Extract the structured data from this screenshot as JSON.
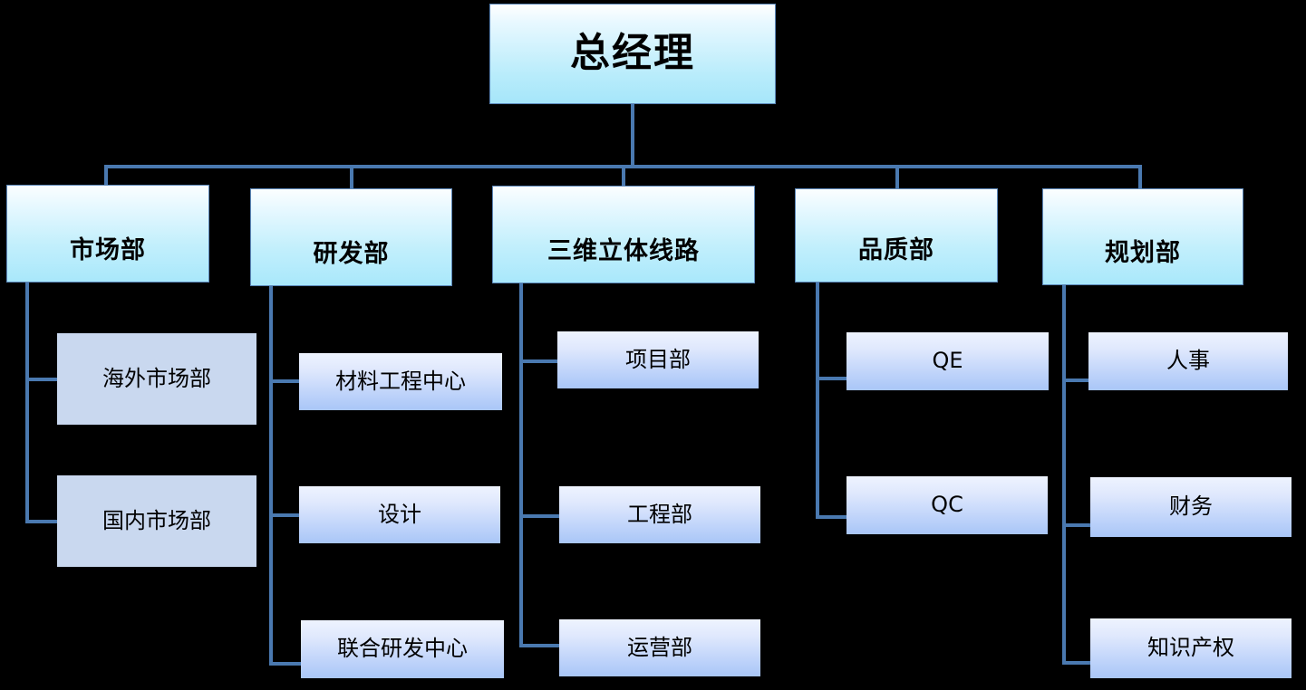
{
  "chart_data": {
    "type": "diagram",
    "diagram_kind": "organization-chart",
    "title": "总经理",
    "orientation": "top-down",
    "levels": 3,
    "colors": {
      "connector": "#4a79b0",
      "root_fill_top": "#ffffff",
      "root_fill_bottom": "#a6e6fa",
      "level2_fill_top": "#fbfeff",
      "level2_fill_bottom": "#a9e8fb",
      "level3_flat_fill": "#c9d8ef",
      "level3_gradient_top": "#eef3fe",
      "level3_gradient_bottom": "#a9c6f7",
      "border": "#5b86b8",
      "background": "#000000",
      "text": "#000000"
    },
    "nodes": [
      {
        "id": "root",
        "label": "总经理",
        "level": 1,
        "parent": null
      },
      {
        "id": "d1",
        "label": "市场部",
        "level": 2,
        "parent": "root"
      },
      {
        "id": "d2",
        "label": "研发部",
        "level": 2,
        "parent": "root"
      },
      {
        "id": "d3",
        "label": "三维立体线路",
        "level": 2,
        "parent": "root"
      },
      {
        "id": "d4",
        "label": "品质部",
        "level": 2,
        "parent": "root"
      },
      {
        "id": "d5",
        "label": "规划部",
        "level": 2,
        "parent": "root"
      },
      {
        "id": "d1c1",
        "label": "海外市场部",
        "level": 3,
        "parent": "d1"
      },
      {
        "id": "d1c2",
        "label": "国内市场部",
        "level": 3,
        "parent": "d1"
      },
      {
        "id": "d2c1",
        "label": "材料工程中心",
        "level": 3,
        "parent": "d2"
      },
      {
        "id": "d2c2",
        "label": "设计",
        "level": 3,
        "parent": "d2"
      },
      {
        "id": "d2c3",
        "label": "联合研发中心",
        "level": 3,
        "parent": "d2"
      },
      {
        "id": "d3c1",
        "label": "项目部",
        "level": 3,
        "parent": "d3"
      },
      {
        "id": "d3c2",
        "label": "工程部",
        "level": 3,
        "parent": "d3"
      },
      {
        "id": "d3c3",
        "label": "运营部",
        "level": 3,
        "parent": "d3"
      },
      {
        "id": "d4c1",
        "label": "QE",
        "level": 3,
        "parent": "d4"
      },
      {
        "id": "d4c2",
        "label": "QC",
        "level": 3,
        "parent": "d4"
      },
      {
        "id": "d5c1",
        "label": "人事",
        "level": 3,
        "parent": "d5"
      },
      {
        "id": "d5c2",
        "label": "财务",
        "level": 3,
        "parent": "d5"
      },
      {
        "id": "d5c3",
        "label": "知识产权",
        "level": 3,
        "parent": "d5"
      }
    ]
  },
  "root": {
    "label": "总经理"
  },
  "departments": [
    {
      "label": "市场部",
      "children": [
        {
          "label": "海外市场部"
        },
        {
          "label": "国内市场部"
        }
      ]
    },
    {
      "label": "研发部",
      "children": [
        {
          "label": "材料工程中心"
        },
        {
          "label": "设计"
        },
        {
          "label": "联合研发中心"
        }
      ]
    },
    {
      "label": "三维立体线路",
      "children": [
        {
          "label": "项目部"
        },
        {
          "label": "工程部"
        },
        {
          "label": "运营部"
        }
      ]
    },
    {
      "label": "品质部",
      "children": [
        {
          "label": "QE"
        },
        {
          "label": "QC"
        }
      ]
    },
    {
      "label": "规划部",
      "children": [
        {
          "label": "人事"
        },
        {
          "label": "财务"
        },
        {
          "label": "知识产权"
        }
      ]
    }
  ]
}
